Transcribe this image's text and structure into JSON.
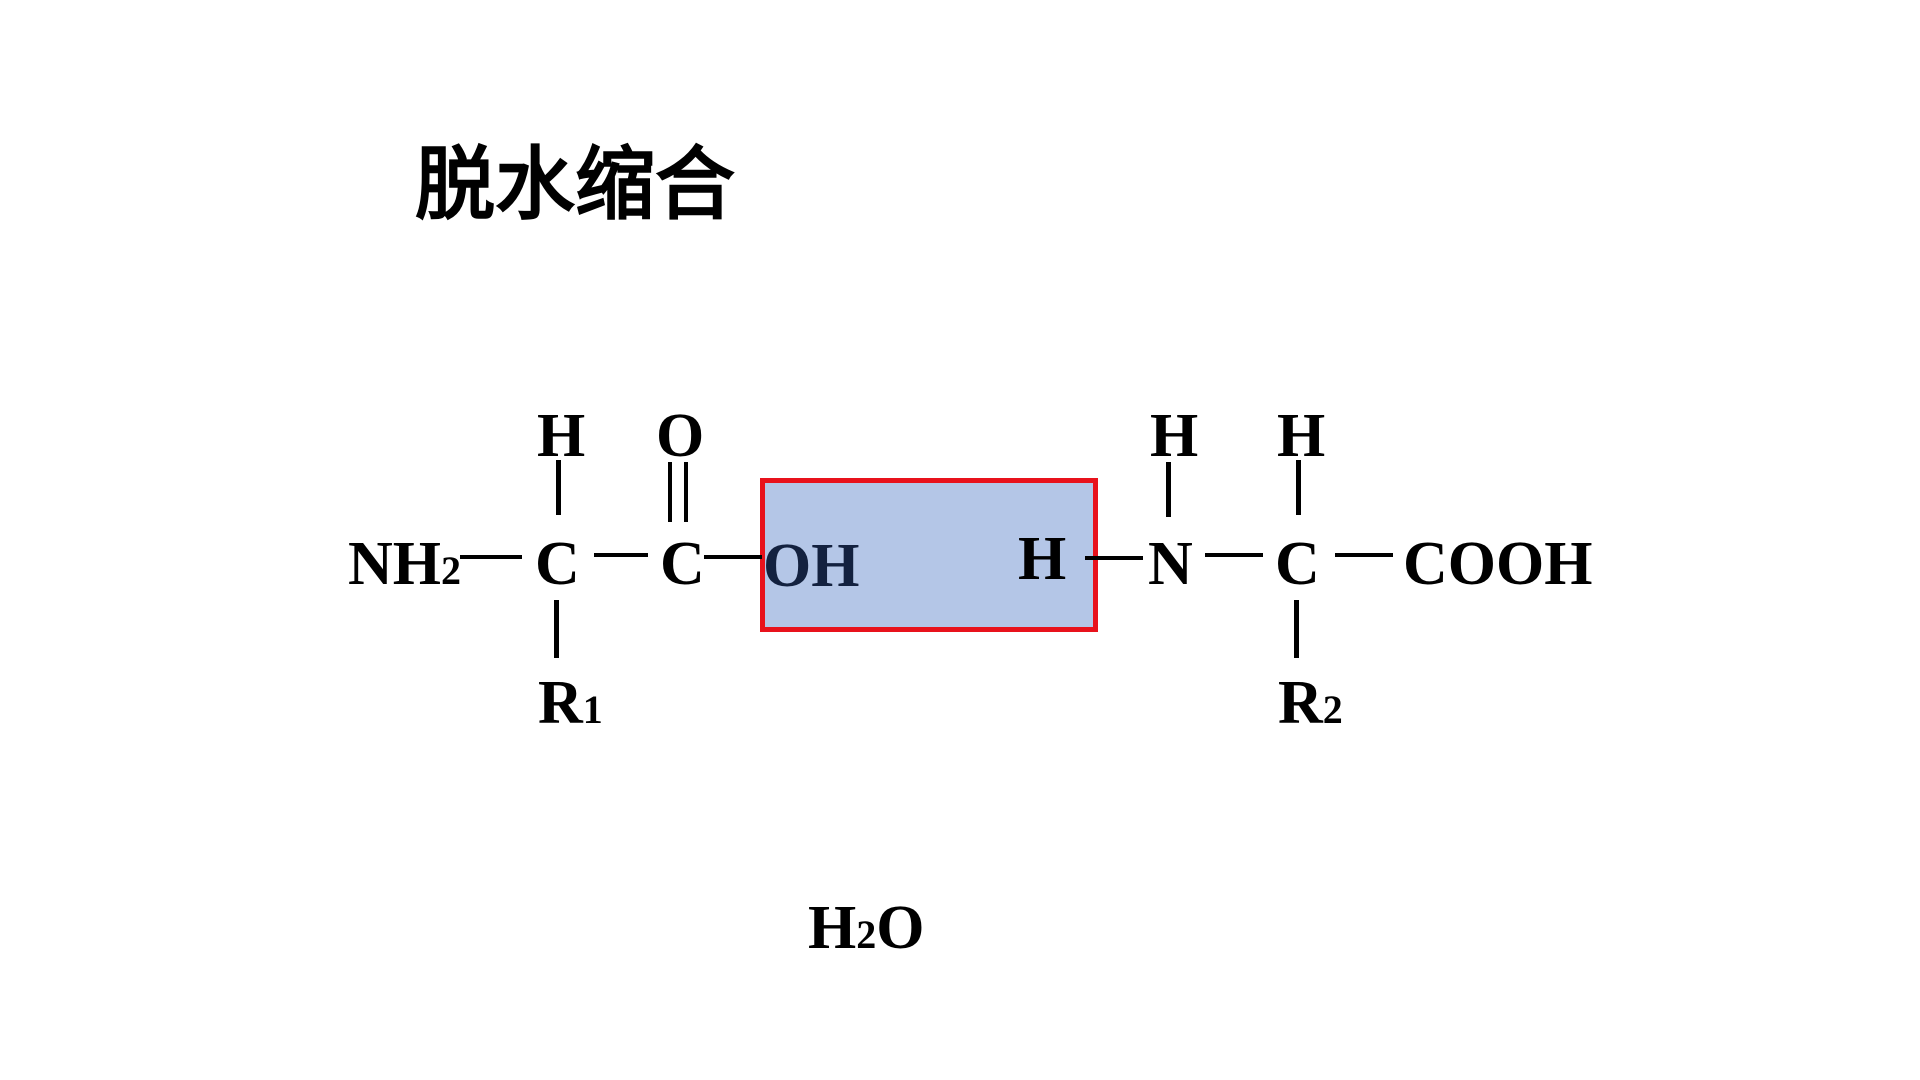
{
  "title": "脱水缩合",
  "colors": {
    "highlight_fill": "#b4c6e7",
    "highlight_border": "#e8121c",
    "ink": "#000000"
  },
  "molecule": {
    "nh2": {
      "main": "NH",
      "sub": "2"
    },
    "c_alpha1": "C",
    "h_alpha1": "H",
    "r1": {
      "main": "R",
      "sub": "1"
    },
    "c_carbonyl": "C",
    "o_carbonyl": "O",
    "oh": "OH",
    "h_amine": "H",
    "n": "N",
    "h_on_n": "H",
    "c_alpha2": "C",
    "h_alpha2": "H",
    "r2": {
      "main": "R",
      "sub": "2"
    },
    "cooh": "COOH"
  },
  "water": {
    "h": "H",
    "sub": "2",
    "o": "O"
  }
}
